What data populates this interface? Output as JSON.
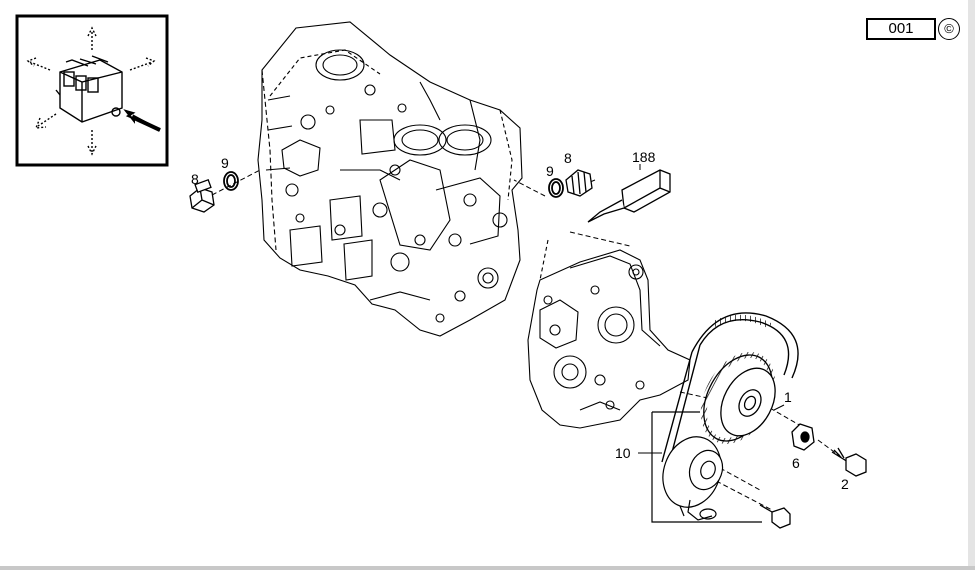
{
  "page_number": "001",
  "copyright_symbol": "©",
  "callouts": {
    "c8_left": "8",
    "c9_left": "9",
    "c9_right": "9",
    "c8_right": "8",
    "c188": "188",
    "c1": "1",
    "c6": "6",
    "c2": "2",
    "c10": "10"
  },
  "icons": {
    "orientation_thumbnail": "engine-orientation-icon",
    "copyright": "copyright-icon"
  }
}
